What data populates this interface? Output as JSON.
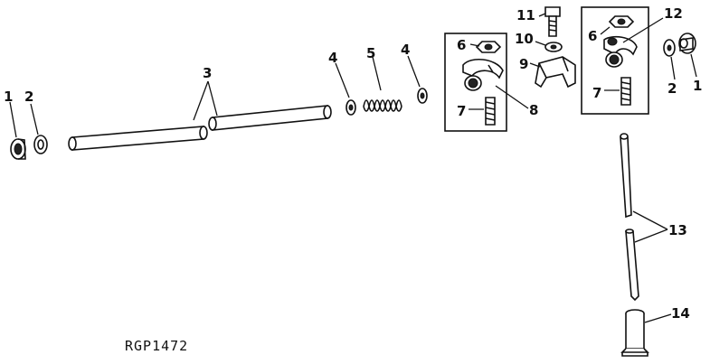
{
  "diagram": {
    "reference_code": "RGP1472",
    "callouts": {
      "c1": "1",
      "c2": "2",
      "c3": "3",
      "c4": "4",
      "c5": "5",
      "c6": "6",
      "c7": "7",
      "c8": "8",
      "c9": "9",
      "c10": "10",
      "c11": "11",
      "c12": "12",
      "c13": "13",
      "c14": "14"
    }
  }
}
